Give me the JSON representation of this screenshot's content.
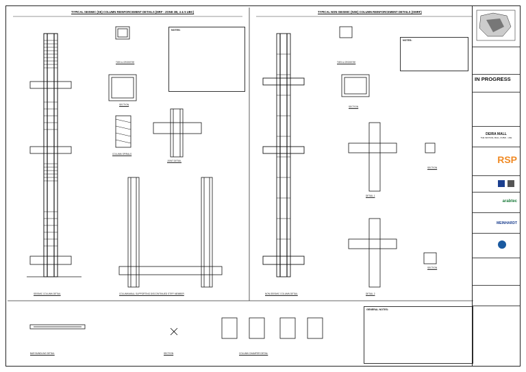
{
  "titles": {
    "left": "TYPICAL SEISMIC (SE) COLUMN REINFORCEMENT DETAILS (MRF - ZONE 3B, 4 & 5 UBC)",
    "right": "TYPICAL NON-SEISMIC (NSE) COLUMN REINFORCEMENT DETAILS (OMRF)"
  },
  "detail_labels": {
    "ties_crosstie_l": "TIES & CROSSTIE",
    "section_l": "SECTION",
    "column_spirals": "COLUMN SPIRALS",
    "joint_detail": "JOINT DETAIL",
    "seismic_col": "SEISMIC COLUMN DETAIL",
    "discontinued": "COLUMN/WALL SUPPORTING DISCONTINUED STIFF MEMBER",
    "nonseismic_col": "NON-SEISMIC COLUMN DETAIL",
    "ties_crosstie_r": "TIES & CROSSTIE",
    "section_r1": "SECTION",
    "detail1": "DETAIL 1",
    "section_r2": "SECTION",
    "section_r3": "SECTION",
    "detail2": "DETAIL 2",
    "bar_bundling": "BAR BUNDLING DETAIL",
    "section_b": "SECTION",
    "chamfer": "COLUMN CHAMFER DETAIL"
  },
  "notes": {
    "left_heading": "NOTES:",
    "right_heading": "NOTES:",
    "general_heading": "GENERAL NOTES:"
  },
  "title_block": {
    "status": "IN PROGRESS",
    "project": "DEIRA MALL",
    "project_sub": "THE FESTIVAL MALL, DUBAI - UAE",
    "consultant": "RSP",
    "partner2": "arabtec",
    "partner3": "MEINHARDT"
  },
  "colors": {
    "ink": "#111111",
    "accent_orange": "#f08a24",
    "accent_blue": "#1b3f8f",
    "accent_green": "#1a7a3a"
  }
}
